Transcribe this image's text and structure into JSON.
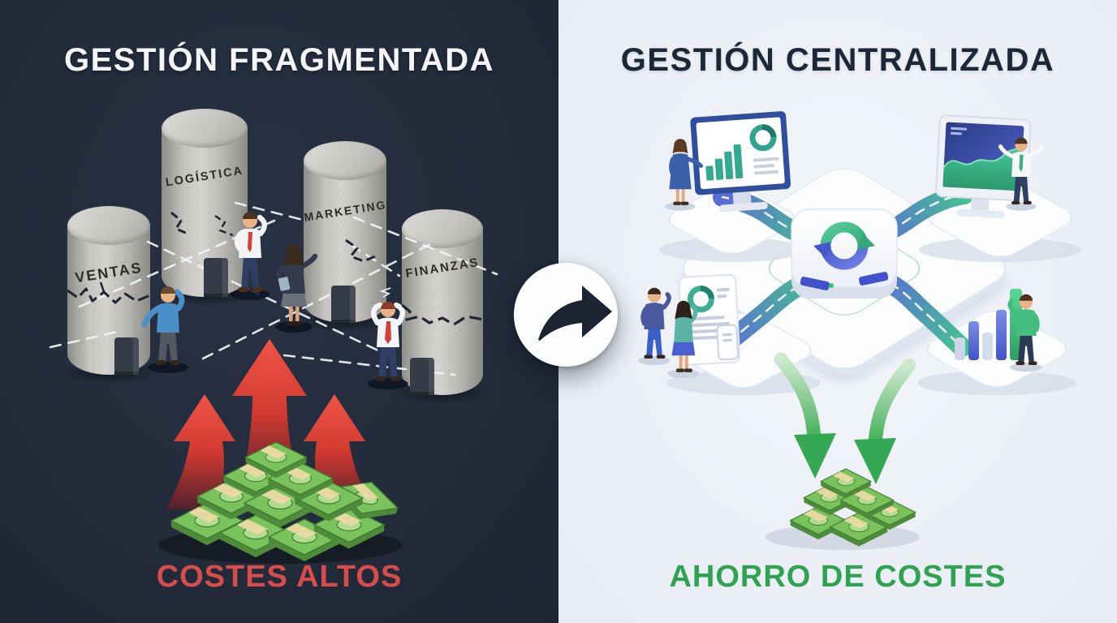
{
  "left": {
    "title": "GESTIÓN FRAGMENTADA",
    "caption": "COSTES ALTOS",
    "silos": [
      {
        "label": "VENTAS"
      },
      {
        "label": "LOGÍSTICA"
      },
      {
        "label": "MARKETING"
      },
      {
        "label": "FINANZAS"
      }
    ],
    "colors": {
      "background": "#232c3b",
      "caption": "#d94c4c",
      "arrows": "#e0463a",
      "money_green": "#79c25c",
      "silo_concrete": "#c5c4c0"
    }
  },
  "transition": {
    "icon": "arrow-right"
  },
  "right": {
    "title": "GESTIÓN CENTRALIZADA",
    "caption": "AHORRO DE COSTES",
    "colors": {
      "background": "#ecf0f6",
      "caption": "#2fa352",
      "road_teal": "#49bd8f",
      "road_blue": "#5a6cd6",
      "arrows_down": "#35a855",
      "monitor_frame": "#2f4e9e"
    }
  }
}
